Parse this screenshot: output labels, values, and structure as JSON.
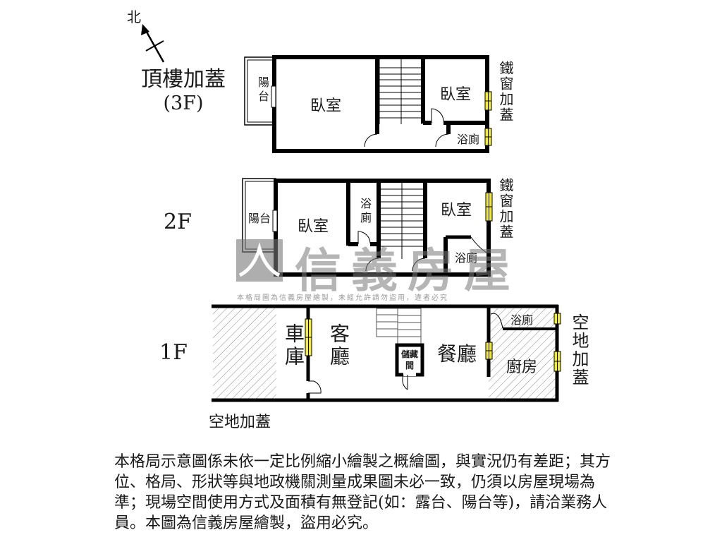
{
  "compass": {
    "label": "北",
    "icon": "north-arrow-icon"
  },
  "floors": [
    {
      "id": "3f",
      "title_line1": "頂樓加蓋",
      "title_line2": "(3F)",
      "rooms": [
        {
          "name": "balcony",
          "label": "陽台"
        },
        {
          "name": "bedroom-1",
          "label": "臥室"
        },
        {
          "name": "bedroom-2",
          "label": "臥室"
        },
        {
          "name": "bathroom",
          "label": "浴廁"
        }
      ],
      "side_note": "鐵窗加蓋"
    },
    {
      "id": "2f",
      "title_line1": "2F",
      "rooms": [
        {
          "name": "balcony",
          "label": "陽台"
        },
        {
          "name": "bedroom-1",
          "label": "臥室"
        },
        {
          "name": "bathroom-1",
          "label": "浴廁"
        },
        {
          "name": "bedroom-2",
          "label": "臥室"
        },
        {
          "name": "bathroom-2",
          "label": "浴廁"
        }
      ],
      "side_note": "鐵窗加蓋"
    },
    {
      "id": "1f",
      "title_line1": "1F",
      "rooms": [
        {
          "name": "garage",
          "label": "車庫"
        },
        {
          "name": "living-room",
          "label": "客廳"
        },
        {
          "name": "storage",
          "label": "儲藏間"
        },
        {
          "name": "dining-room",
          "label": "餐廳"
        },
        {
          "name": "bathroom",
          "label": "浴廁"
        },
        {
          "name": "kitchen",
          "label": "廚房"
        }
      ],
      "side_note": "空地加蓋",
      "bottom_note": "空地加蓋"
    }
  ],
  "watermark": {
    "brand": "信義房屋",
    "caption": "本格局圖為信義房屋繪製，未經允許請勿盜用，違者必究"
  },
  "disclaimer": "本格局示意圖係未依一定比例縮小繪製之概繪圖，與實況仍有差距；其方位、格局、形狀等與地政機關測量成果圖未必一致，仍須以房屋現場為準；現場空間使用方式及面積有無登記(如：露台、陽台等)，請洽業務人員。本圖為信義房屋繪製，盜用必究。",
  "colors": {
    "wall": "#000000",
    "window": "#f2ea3a",
    "hatch": "#777777",
    "watermark": "#8c8c8c"
  }
}
